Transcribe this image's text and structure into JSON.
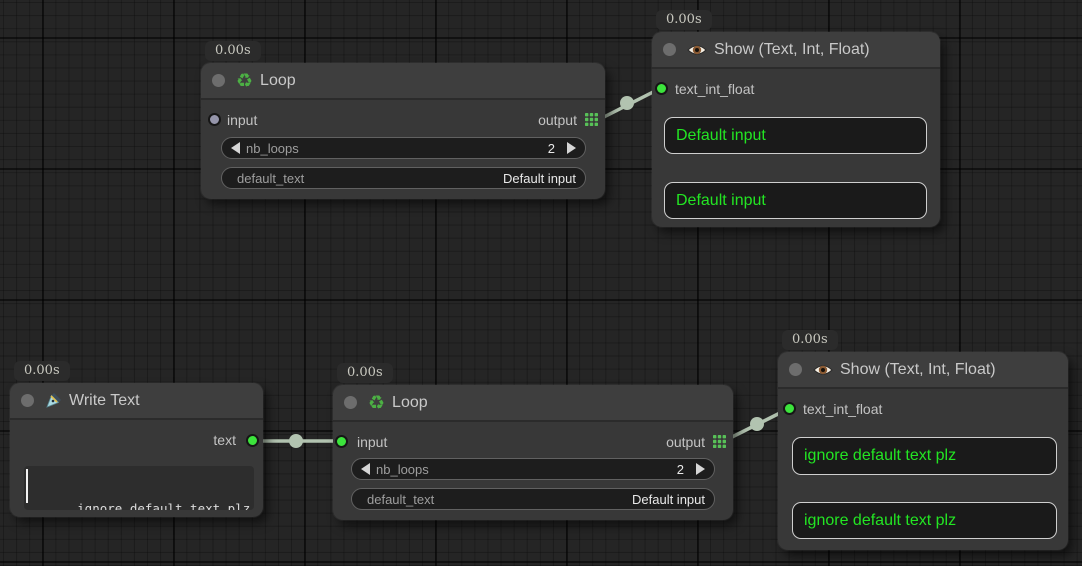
{
  "app": "node-graph-editor",
  "colors": {
    "wire": "#b2c3b0",
    "port_connected_green": "#3ce43c",
    "port_unconnected_lavender": "#9595aa",
    "display_text_green": "#23e523",
    "output_grid_icon_green": "#58c158",
    "node_body": "#383838",
    "canvas_background": "#252525"
  },
  "icons": {
    "recycle_glyph": "♻",
    "eye_icon": "eye of Show node",
    "pen_icon": "pen nib of Write Text node",
    "output_grid_icon": "3x3 green squares output slot"
  },
  "nodes": {
    "loop_top": {
      "badge": "0.00s",
      "title": "Loop",
      "inputs": [
        {
          "label": "input",
          "connected": false
        }
      ],
      "outputs": [
        {
          "label": "output",
          "connected": true
        }
      ],
      "widgets": [
        {
          "type": "number",
          "label": "nb_loops",
          "value": "2"
        },
        {
          "type": "text",
          "label": "default_text",
          "value": "Default input"
        }
      ]
    },
    "show_top": {
      "badge": "0.00s",
      "title": "Show (Text, Int, Float)",
      "inputs": [
        {
          "label": "text_int_float",
          "connected": true
        }
      ],
      "displays": [
        "Default input",
        "Default input"
      ]
    },
    "write_text": {
      "badge": "0.00s",
      "title": "Write Text",
      "outputs": [
        {
          "label": "text",
          "connected": true
        }
      ],
      "textarea_value": "ignore default text plz"
    },
    "loop_bottom": {
      "badge": "0.00s",
      "title": "Loop",
      "inputs": [
        {
          "label": "input",
          "connected": true
        }
      ],
      "outputs": [
        {
          "label": "output",
          "connected": true
        }
      ],
      "widgets": [
        {
          "type": "number",
          "label": "nb_loops",
          "value": "2"
        },
        {
          "type": "text",
          "label": "default_text",
          "value": "Default input"
        }
      ]
    },
    "show_bottom": {
      "badge": "0.00s",
      "title": "Show (Text, Int, Float)",
      "inputs": [
        {
          "label": "text_int_float",
          "connected": true
        }
      ],
      "displays": [
        "ignore default text plz",
        "ignore default text plz"
      ]
    }
  },
  "links": [
    {
      "from": "loop_top.output",
      "to": "show_top.text_int_float"
    },
    {
      "from": "write_text.text",
      "to": "loop_bottom.input"
    },
    {
      "from": "loop_bottom.output",
      "to": "show_bottom.text_int_float"
    }
  ]
}
